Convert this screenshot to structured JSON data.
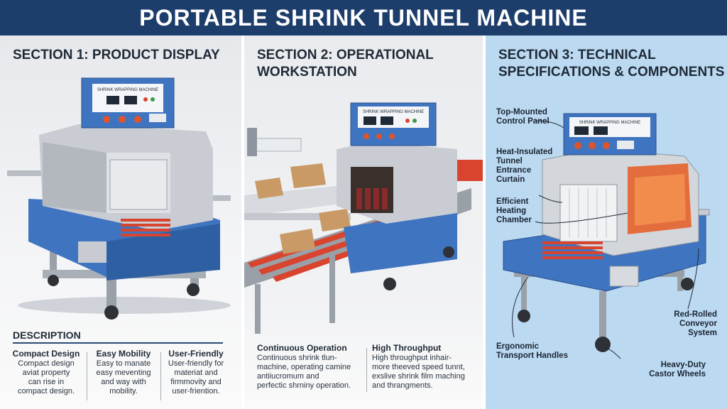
{
  "title": "PORTABLE SHRINK TUNNEL MACHINE",
  "colors": {
    "header": "#1d3d6b",
    "panel3": "#bcd9f2",
    "blue": "#3f74c0",
    "roller": "#d9442e"
  },
  "section1": {
    "title_line1": "SECTION 1: PRODUCT DISPLAY",
    "panel_label": "SHRINK WRAPPING MACHINE",
    "description_heading": "DESCRIPTION",
    "features": [
      {
        "title": "Compact Design",
        "lines": [
          "Compact design",
          "aviat property",
          "can rise in",
          "compact design."
        ]
      },
      {
        "title": "Easy Mobility",
        "lines": [
          "Easy to manate",
          "easy meventing",
          "and way with",
          "mobility."
        ]
      },
      {
        "title": "User-Friendly",
        "lines": [
          "User-friendly for",
          "materiat and",
          "firmmovity and",
          "user-friention."
        ]
      }
    ]
  },
  "section2": {
    "title_line1": "SECTION 2: OPERATIONAL",
    "title_line2": "WORKSTATION",
    "panel_label": "SHRINK WRAPPING MACHINE",
    "features": [
      {
        "title": "Continuous Operation",
        "lines": [
          "Continuous shrink tlun-",
          "machine, operating camine",
          "antiiucromum and",
          "perfectic shrniny operation."
        ]
      },
      {
        "title": "High Throughput",
        "lines": [
          "High throughput inhair-",
          "more theeved speed tunnt,",
          "exslive shrink film maching",
          "and thrangments."
        ]
      }
    ]
  },
  "section3": {
    "title_line1": "SECTION 3: TECHNICAL",
    "title_line2": "SPECIFICATIONS & COMPONENTS",
    "panel_label": "SHRINK WRAPPING MACHINE",
    "callouts": {
      "control_panel": [
        "Top-Mounted",
        "Control Panel"
      ],
      "curtain": [
        "Heat-Insulated",
        "Tunnel",
        "Entrance",
        "Curtain"
      ],
      "chamber": [
        "Efficient",
        "Heating",
        "Chamber"
      ],
      "conveyor": [
        "Red-Rolled",
        "Conveyor",
        "System"
      ],
      "handles": [
        "Ergonomic",
        "Transport Handles"
      ],
      "wheels": [
        "Heavy-Duty",
        "Castor Wheels"
      ]
    }
  }
}
